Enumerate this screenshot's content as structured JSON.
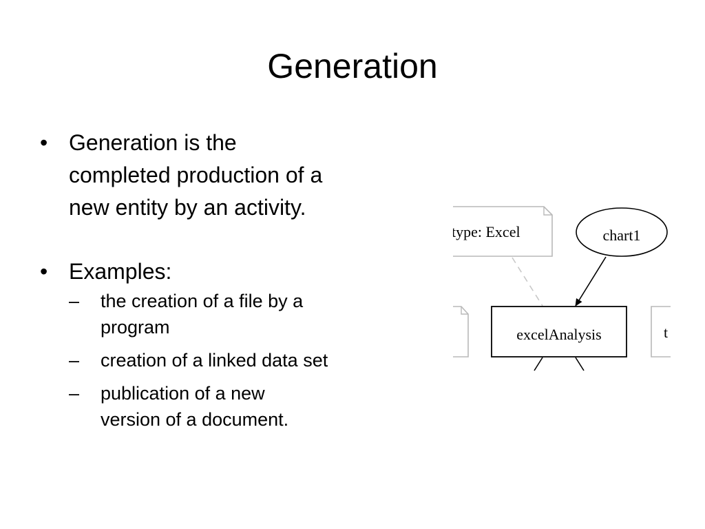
{
  "slide": {
    "title": "Generation"
  },
  "bullets": [
    {
      "text": "Generation is the completed production of a new entity by an activity.",
      "lines": [
        "Generation is the",
        "completed production of a",
        "new entity by an activity."
      ]
    },
    {
      "text": "Examples:",
      "sub": [
        {
          "lines": [
            "the creation of a file by a",
            "program"
          ]
        },
        {
          "lines": [
            "creation of a linked data set"
          ]
        },
        {
          "lines": [
            "publication of a new",
            "version of a document."
          ]
        }
      ]
    }
  ],
  "markers": {
    "bullet": "•",
    "sub": "–"
  },
  "diagram": {
    "note_label": "type: Excel",
    "entity_label": "chart1",
    "activity_label": "excelAnalysis",
    "right_fragment": "t",
    "colors": {
      "stroke": "#000000",
      "faded": "#b8b8b8",
      "dash": "#c8c8c8"
    }
  }
}
